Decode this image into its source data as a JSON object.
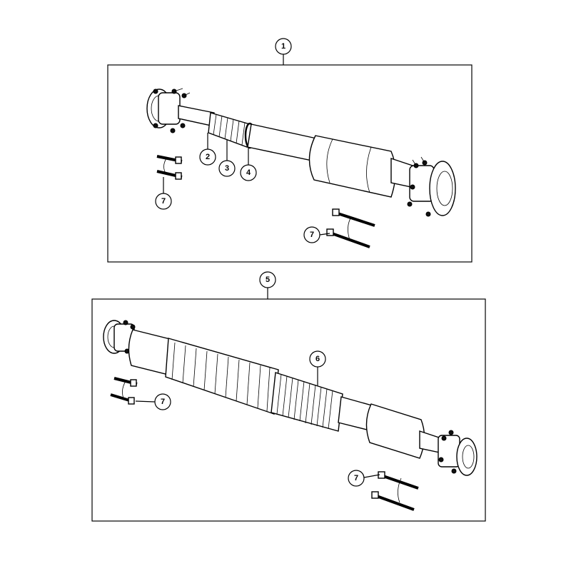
{
  "diagram": {
    "background": "#ffffff",
    "stroke_color": "#000000",
    "panels": [
      {
        "id": "upper-assembly",
        "callout": "1",
        "parts": [
          {
            "callout": "2",
            "icon": "snap-ring"
          },
          {
            "callout": "3",
            "icon": "boot"
          },
          {
            "callout": "4",
            "icon": "clamp"
          },
          {
            "callout": "7",
            "icon": "bolt-set"
          },
          {
            "callout": "7",
            "icon": "bolt-set"
          }
        ]
      },
      {
        "id": "lower-assembly",
        "callout": "5",
        "parts": [
          {
            "callout": "6",
            "icon": "bellows-boot"
          },
          {
            "callout": "7",
            "icon": "bolt-set"
          },
          {
            "callout": "7",
            "icon": "bolt-set"
          }
        ]
      }
    ]
  }
}
